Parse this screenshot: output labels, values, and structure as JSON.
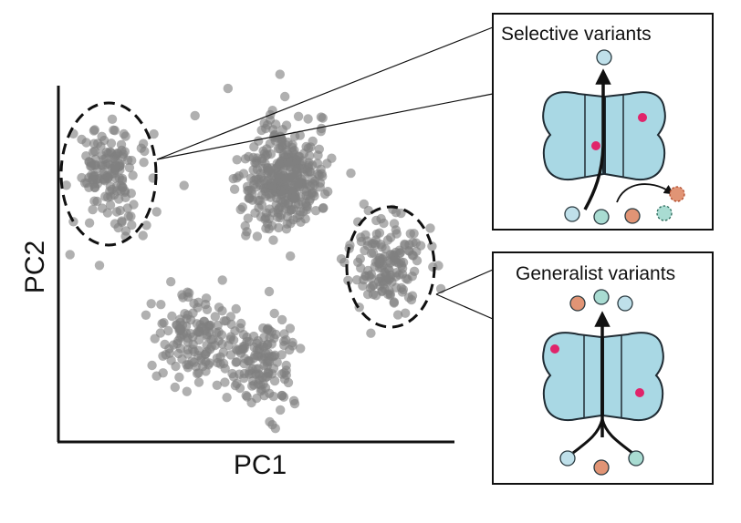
{
  "axes": {
    "xlabel": "PC1",
    "ylabel": "PC2"
  },
  "colors": {
    "point": "#808080",
    "channel": "#a9d8e4",
    "binding_site": "#e0246a",
    "ion_blue": "#bfe0ea",
    "ion_teal": "#a9dcd2",
    "ion_orange": "#e19475"
  },
  "scatter_clusters": [
    {
      "id": "top-left",
      "circled": true,
      "links_to": "selective"
    },
    {
      "id": "top-middle",
      "circled": false
    },
    {
      "id": "right",
      "circled": true,
      "links_to": "generalist"
    },
    {
      "id": "bottom-left",
      "circled": false
    },
    {
      "id": "bottom-middle",
      "circled": false
    }
  ],
  "panels": {
    "selective": {
      "title": "Selective variants",
      "icons": [
        "channel-icon",
        "binding-site-icon",
        "ion-icon",
        "arrow-icon"
      ]
    },
    "generalist": {
      "title": "Generalist variants",
      "icons": [
        "channel-icon",
        "binding-site-icon",
        "ion-icon",
        "arrow-icon"
      ]
    }
  }
}
